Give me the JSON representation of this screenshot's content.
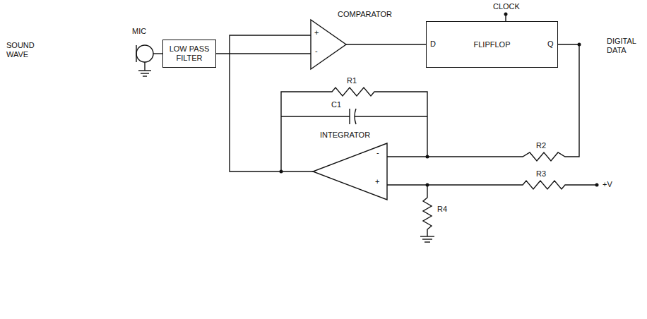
{
  "diagram": {
    "nodes": [
      {
        "text": [
          "LOW PASS FILTER"
        ]
      },
      {
        "text": [
          "COMPARATOR"
        ]
      },
      {
        "text": [
          "FLIPFLOP"
        ]
      },
      {
        "text": [
          "INTEGRATOR"
        ]
      }
    ],
    "edges": [
      {
        "from": 0,
        "to": 1,
        "arrow": "none"
      },
      {
        "from": 1,
        "to": 2,
        "arrow": "none"
      },
      {
        "from": 3,
        "to": 1,
        "arrow": "none"
      },
      {
        "from": 2,
        "to": 3,
        "arrow": "none"
      }
    ],
    "labels": [
      "SOUND WAVE",
      "MIC",
      "+",
      "-",
      "D",
      "CLOCK",
      "Q",
      "DIGITAL DATA",
      "R1",
      "C1",
      "-",
      "+",
      "R2",
      "R3",
      "+V",
      "R4"
    ]
  }
}
